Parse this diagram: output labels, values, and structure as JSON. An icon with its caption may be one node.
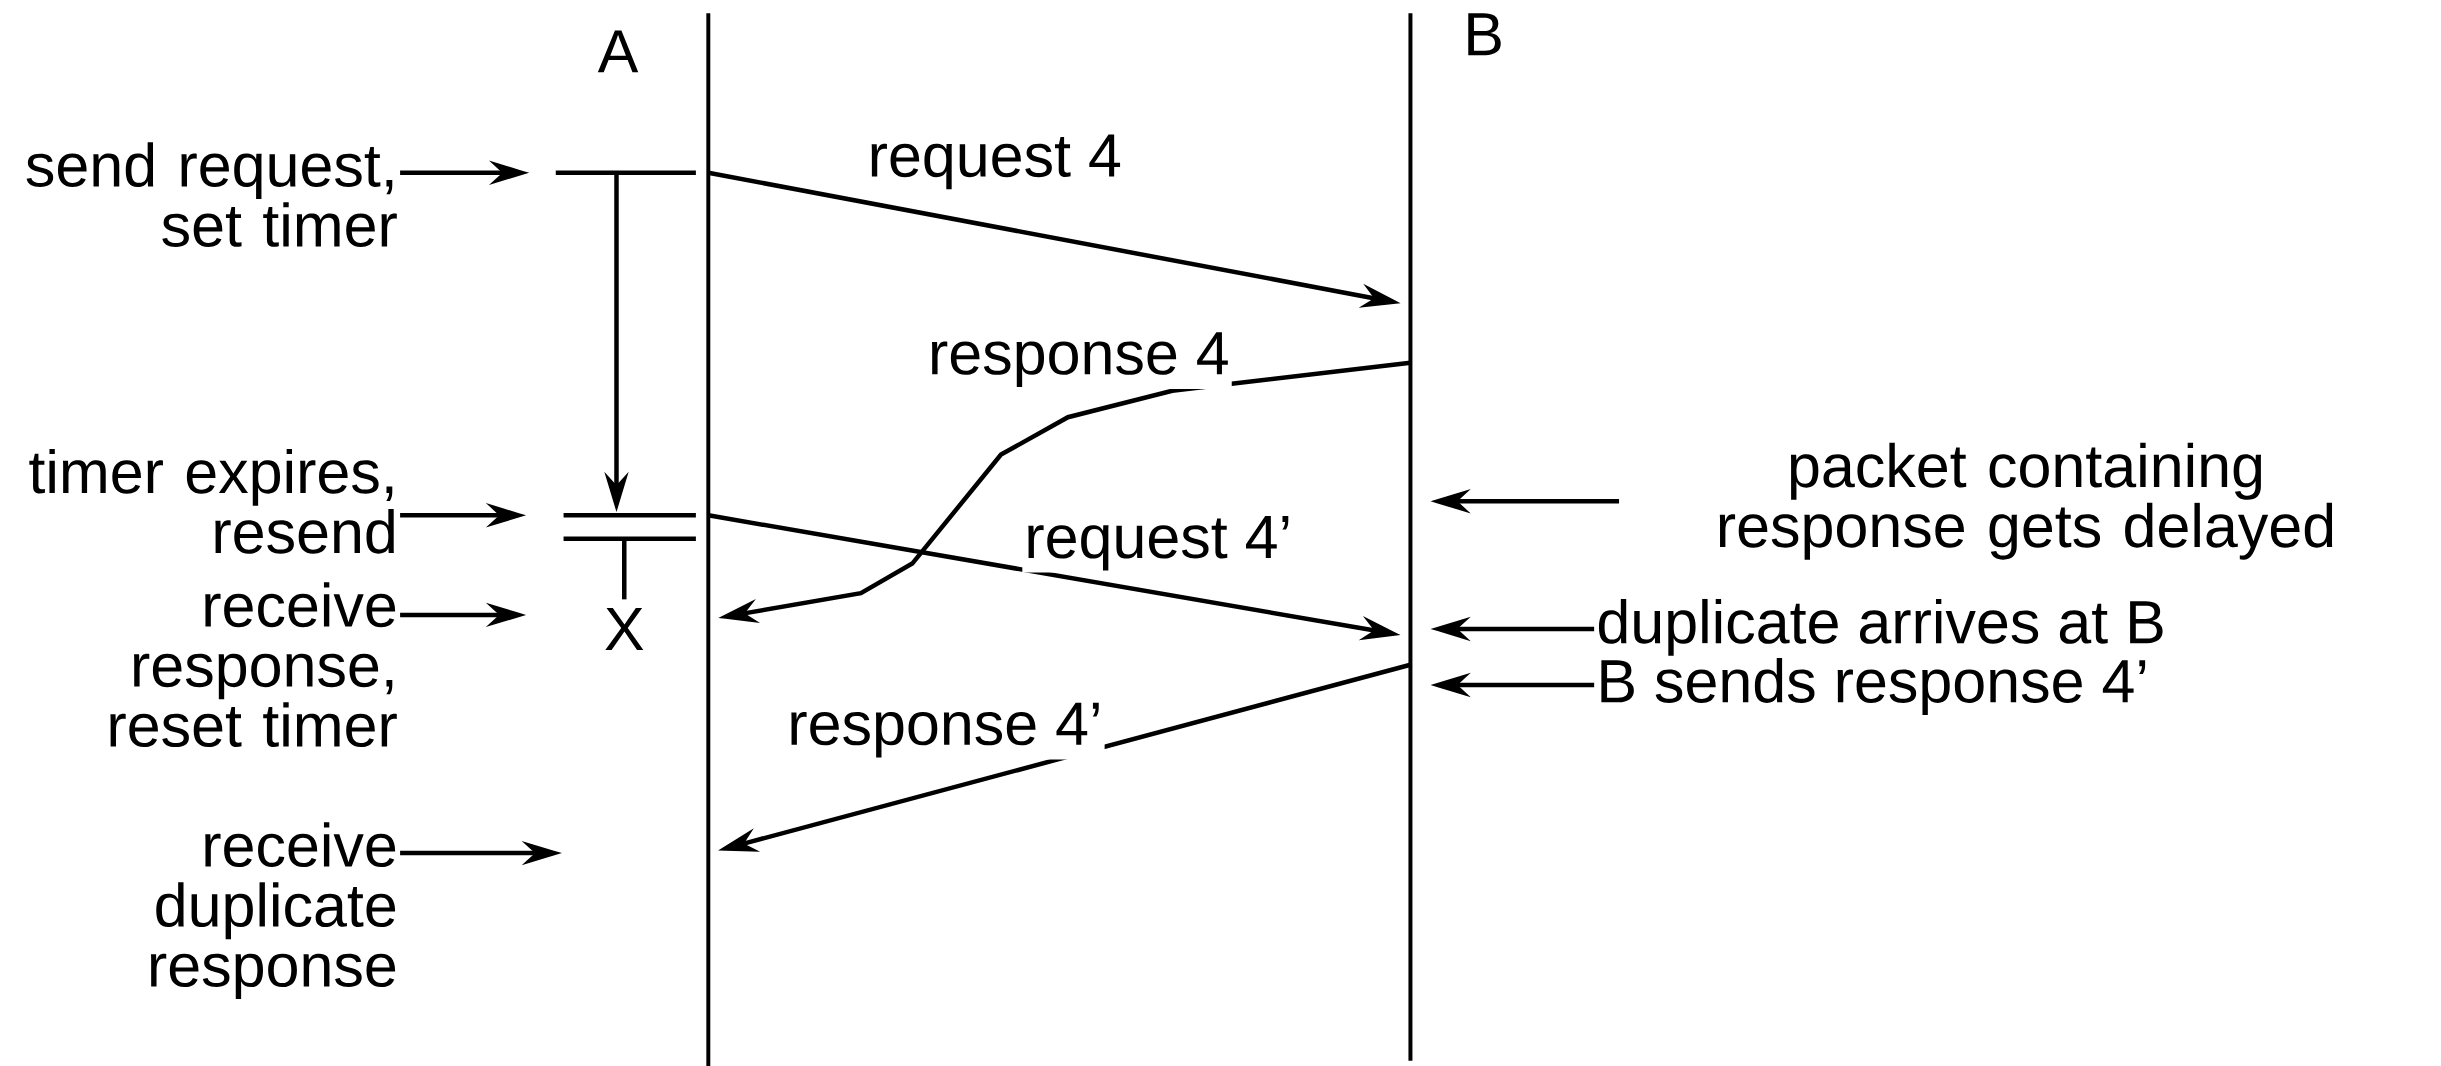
{
  "diagram": {
    "nodes": [
      {
        "text": [
          "A"
        ]
      },
      {
        "text": [
          "B"
        ]
      },
      {
        "text": [
          "send request, set timer"
        ]
      },
      {
        "text": [
          "timer expires, resend"
        ]
      },
      {
        "text": [
          "receive response, reset timer"
        ]
      },
      {
        "text": [
          "receive duplicate response"
        ]
      },
      {
        "text": [
          "packet containing response gets delayed"
        ]
      },
      {
        "text": [
          "duplicate arrives at B"
        ]
      },
      {
        "text": [
          "B sends response 4’"
        ]
      }
    ],
    "edges": [
      {
        "from": 0,
        "to": 1,
        "arrow": "to",
        "label": "request 4"
      },
      {
        "from": 1,
        "to": 0,
        "arrow": "to",
        "label": "response 4"
      },
      {
        "from": 0,
        "to": 1,
        "arrow": "to",
        "label": "request 4’"
      },
      {
        "from": 1,
        "to": 0,
        "arrow": "to",
        "label": "response 4’"
      },
      {
        "from": 2,
        "to": null,
        "arrow": "to"
      },
      {
        "from": 3,
        "to": null,
        "arrow": "to"
      },
      {
        "from": 4,
        "to": null,
        "arrow": "to"
      },
      {
        "from": 5,
        "to": null,
        "arrow": "to"
      },
      {
        "from": 6,
        "to": 1,
        "arrow": "to"
      },
      {
        "from": 7,
        "to": 1,
        "arrow": "to"
      },
      {
        "from": 8,
        "to": 1,
        "arrow": "to"
      }
    ],
    "labels": [
      "X"
    ]
  }
}
